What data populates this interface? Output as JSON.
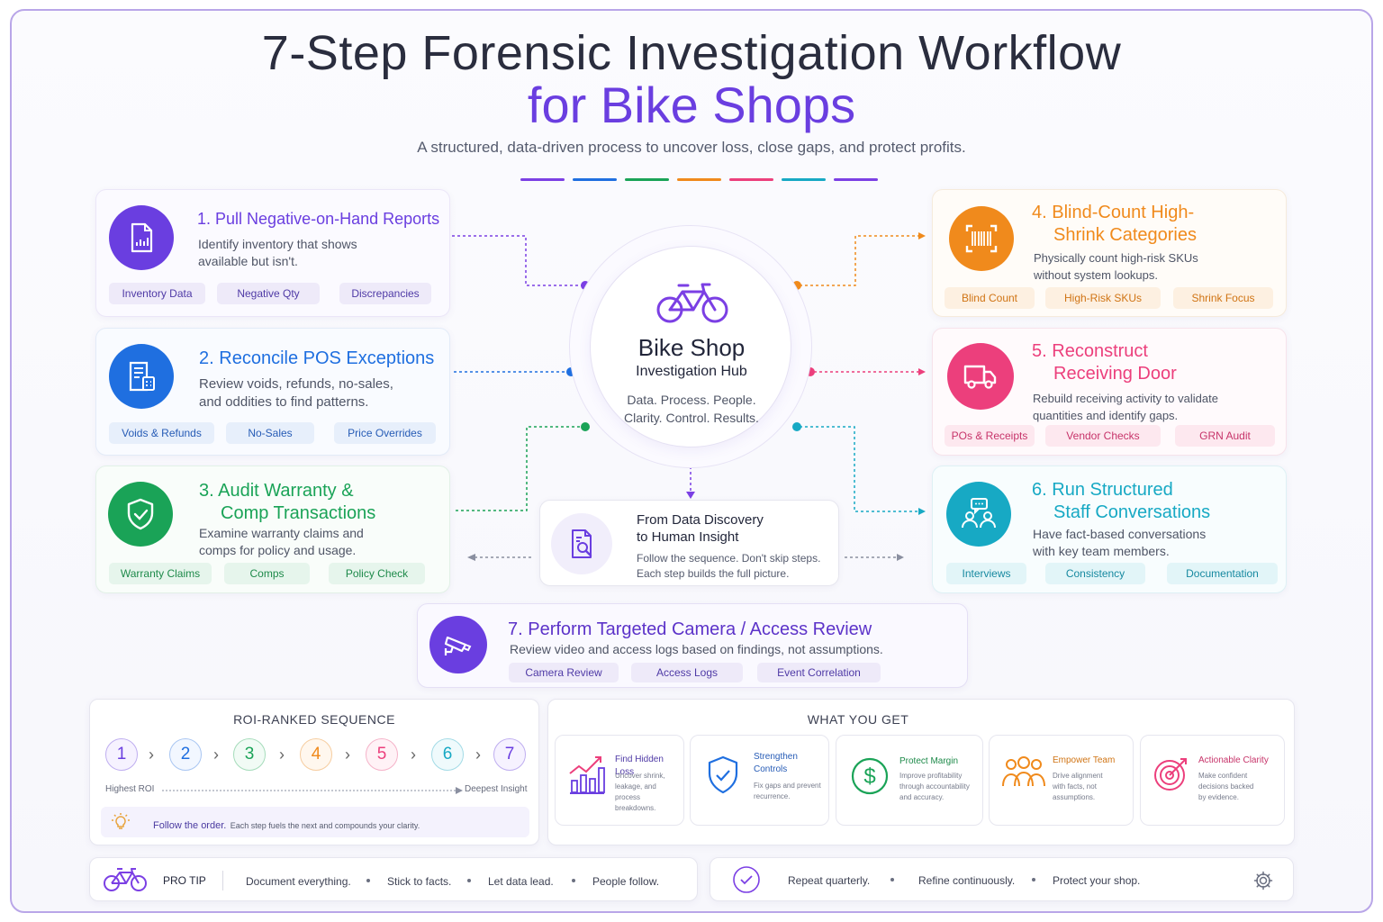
{
  "header": {
    "title_line1": "7-Step Forensic Investigation Workflow",
    "title_line2": "for Bike Shops",
    "subtitle": "A structured, data-driven process to uncover loss, close gaps, and protect profits."
  },
  "colors": {
    "purple": "#6a3ee0",
    "blue": "#1f6fe0",
    "green": "#1aa357",
    "orange": "#f08a1c",
    "pink": "#ec3f7c",
    "teal": "#17a9c4",
    "violet": "#7b3fe4"
  },
  "steps": [
    {
      "num": "1.",
      "title": "Pull Negative-on-Hand Reports",
      "desc": [
        "Identify inventory that shows",
        "available but isn't."
      ],
      "tags": [
        "Inventory Data",
        "Negative Qty",
        "Discrepancies"
      ],
      "icon": "document-chart-icon"
    },
    {
      "num": "2.",
      "title": "Reconcile POS Exceptions",
      "desc": [
        "Review voids, refunds, no-sales,",
        "and oddities to find patterns."
      ],
      "tags": [
        "Voids & Refunds",
        "No-Sales",
        "Price Overrides"
      ],
      "icon": "receipt-register-icon"
    },
    {
      "num": "3.",
      "title": [
        "Audit Warranty &",
        "Comp Transactions"
      ],
      "desc": [
        "Examine warranty claims and",
        "comps for policy and usage."
      ],
      "tags": [
        "Warranty Claims",
        "Comps",
        "Policy Check"
      ],
      "icon": "shield-check-icon"
    },
    {
      "num": "4.",
      "title": [
        "Blind-Count High-",
        "Shrink Categories"
      ],
      "desc": [
        "Physically count high-risk SKUs",
        "without system lookups."
      ],
      "tags": [
        "Blind Count",
        "High-Risk SKUs",
        "Shrink Focus"
      ],
      "icon": "barcode-scan-icon"
    },
    {
      "num": "5.",
      "title": [
        "Reconstruct",
        "Receiving Door"
      ],
      "desc": [
        "Rebuild receiving activity to validate",
        "quantities and identify gaps."
      ],
      "tags": [
        "POs & Receipts",
        "Vendor Checks",
        "GRN Audit"
      ],
      "icon": "truck-icon"
    },
    {
      "num": "6.",
      "title": [
        "Run Structured",
        "Staff Conversations"
      ],
      "desc": [
        "Have fact-based conversations",
        "with key team members."
      ],
      "tags": [
        "Interviews",
        "Consistency",
        "Documentation"
      ],
      "icon": "people-chat-icon"
    },
    {
      "num": "7.",
      "title": "Perform Targeted Camera / Access Review",
      "desc": "Review video and access logs based on findings, not assumptions.",
      "tags": [
        "Camera Review",
        "Access Logs",
        "Event Correlation"
      ],
      "icon": "security-camera-icon"
    }
  ],
  "hub": {
    "title": "Bike Shop",
    "subtitle": "Investigation Hub",
    "line1": "Data. Process. People.",
    "line2": "Clarity. Control. Results."
  },
  "insight": {
    "title_line1": "From Data Discovery",
    "title_line2": "to Human Insight",
    "line1": "Follow the sequence. Don't skip steps.",
    "line2": "Each step builds the full picture."
  },
  "roi": {
    "title": "ROI-RANKED SEQUENCE",
    "numbers": [
      "1",
      "2",
      "3",
      "4",
      "5",
      "6",
      "7"
    ],
    "left_label": "Highest ROI",
    "right_label": "Deepest Insight",
    "tip_strong": "Follow the order.",
    "tip_rest": "Each step fuels the next and compounds your clarity."
  },
  "what_you_get": {
    "title": "WHAT YOU GET",
    "items": [
      {
        "title": "Find Hidden Loss",
        "desc": [
          "Uncover shrink,",
          "leakage, and process",
          "breakdowns."
        ]
      },
      {
        "title": [
          "Strengthen",
          "Controls"
        ],
        "desc": [
          "Fix gaps and prevent",
          "recurrence."
        ]
      },
      {
        "title": "Protect Margin",
        "desc": [
          "Improve profitability",
          "through accountability",
          "and accuracy."
        ]
      },
      {
        "title": "Empower Team",
        "desc": [
          "Drive alignment",
          "with facts, not",
          "assumptions."
        ]
      },
      {
        "title": "Actionable Clarity",
        "desc": [
          "Make confident",
          "decisions backed",
          "by evidence."
        ]
      }
    ]
  },
  "footer": {
    "pro_tip": "PRO TIP",
    "left_items": [
      "Document everything.",
      "Stick to facts.",
      "Let data lead.",
      "People follow."
    ],
    "right_items": [
      "Repeat quarterly.",
      "Refine continuously.",
      "Protect your shop."
    ]
  }
}
